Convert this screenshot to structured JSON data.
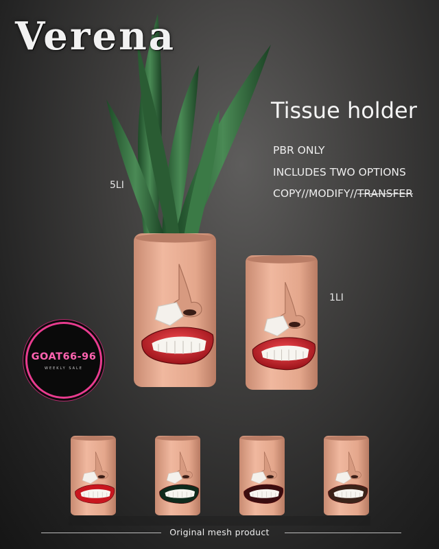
{
  "brand": {
    "name": "Verena"
  },
  "product": {
    "title": "Tissue holder",
    "features": [
      "PBR ONLY",
      "INCLUDES TWO OPTIONS"
    ],
    "permissions": {
      "copy": "COPY",
      "sep1": "//",
      "modify": "MODIFY",
      "sep2": "//",
      "transfer": "TRANSFER"
    }
  },
  "labels": {
    "large_li": "5LI",
    "small_li": "1LI"
  },
  "badge": {
    "title": "GOAT66-96",
    "subtitle": "WEEKLY SALE"
  },
  "footer": {
    "text": "Original mesh product"
  },
  "colors": {
    "accent_pink": "#e83c8f",
    "skin": "#e7a98f",
    "lips_red": "#c8161f",
    "lips_green": "#0f2a1c",
    "lips_dark_red": "#3a0d10",
    "lips_brown": "#3b2319",
    "plant_green": "#2f6a3a"
  },
  "icons": [
    "snake-plant-icon",
    "tissue-holder-icon"
  ]
}
